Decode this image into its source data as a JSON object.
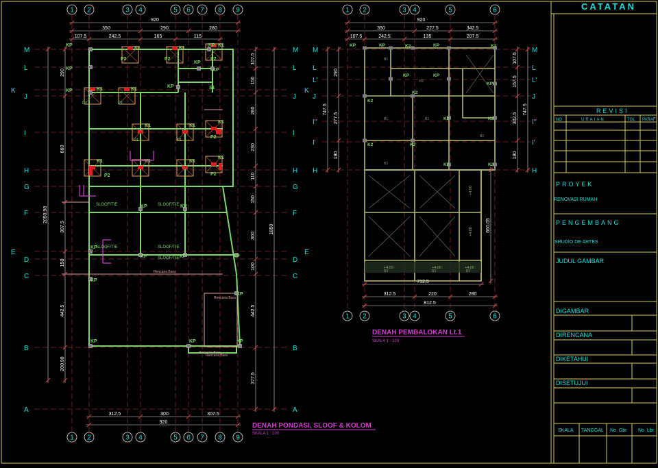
{
  "grid_bubbles_left": [
    "1",
    "2",
    "3",
    "4",
    "5",
    "6",
    "7",
    "8",
    "9"
  ],
  "grid_bubbles_right": [
    "1",
    "2",
    "3",
    "4",
    "5",
    "6"
  ],
  "grid_rows_left": [
    "M",
    "L",
    "K",
    "J",
    "I",
    "H",
    "G",
    "F",
    "E",
    "D",
    "C",
    "B",
    "A"
  ],
  "grid_rows_right": [
    "M",
    "L",
    "L'",
    "J",
    "I''",
    "I'",
    "H"
  ],
  "dims": {
    "top_total_left": "920",
    "top_left_a": [
      "350",
      "290",
      "280"
    ],
    "top_left_b": [
      "107.5",
      "242.5",
      "165",
      "115"
    ],
    "top_total_right": "920",
    "top_right_a": [
      "350",
      "227.5",
      "342.5"
    ],
    "top_right_b": [
      "107.5",
      "242.5",
      "135",
      "207.5"
    ],
    "left_side_a": [
      "290",
      "660",
      "307.5",
      "150",
      "442.5",
      "200.98"
    ],
    "left_total": "2050.98",
    "mid_col": [
      "107.5",
      "150",
      "280",
      "230",
      "110",
      "150",
      "300",
      "100",
      "442.5",
      "377.5"
    ],
    "mid_total": "1850",
    "bottom_left": [
      "312.5",
      "300",
      "307.5"
    ],
    "bottom_left_total": "920",
    "right_left_side": [
      "290",
      "277.5",
      "180"
    ],
    "right_left_total": "747.5",
    "right_right_side": [
      "107.5",
      "157.5",
      "302.5",
      "180"
    ],
    "right_right_total": "747.5",
    "right_lower": "660.05",
    "right_bottom_a": "712.5",
    "right_bottom_b": [
      "312.5",
      "220",
      "280"
    ],
    "right_bottom_total": "812.5"
  },
  "labels": {
    "kp": "KP",
    "k1": "K1",
    "k2": "K2",
    "p1": "P1",
    "p2": "P2",
    "s1": "S1",
    "b1": "B1",
    "b2": "B2",
    "b3": "B3",
    "rel": "+4.00",
    "plot": "Rencana Bara"
  },
  "drawing_left": {
    "title": "DENAH PONDASI, SLOOF & KOLOM",
    "scale": "SKALA 1 : 100"
  },
  "drawing_right": {
    "title": "DENAH PEMBALOKAN Lt.1",
    "scale": "SKALA 1 : 100"
  },
  "panel": {
    "catatan": "CATATAN",
    "revisi": "REVISI",
    "rev_cols": [
      "NO",
      "URAIAN",
      "TGL",
      "PARAF"
    ],
    "proyek_label": "PROYEK",
    "proyek_value": "RENOVASI RUMAH",
    "pengembang_label": "PENGEMBANG",
    "pengembang_value": "SRUDIO DE ARTES",
    "judul_label": "JUDUL GAMBAR",
    "digambar": "DIGAMBAR",
    "direncana": "DIRENCANA",
    "diketahui": "DIKETAHUI",
    "disetujui": "DISETUJUI",
    "footer": [
      "SKALA",
      "TANGGAL",
      "No. Gbr",
      "No. Lbr"
    ]
  },
  "colors": {
    "background": "#000000",
    "grid_cyan": "#18e0e0",
    "dim_white": "#ffffff",
    "beam_green": "#7cd66a",
    "column_red": "#e02020",
    "column_orange": "#e0a060",
    "footing_magenta": "#d040d0",
    "panel_yellow": "#d8d060"
  }
}
